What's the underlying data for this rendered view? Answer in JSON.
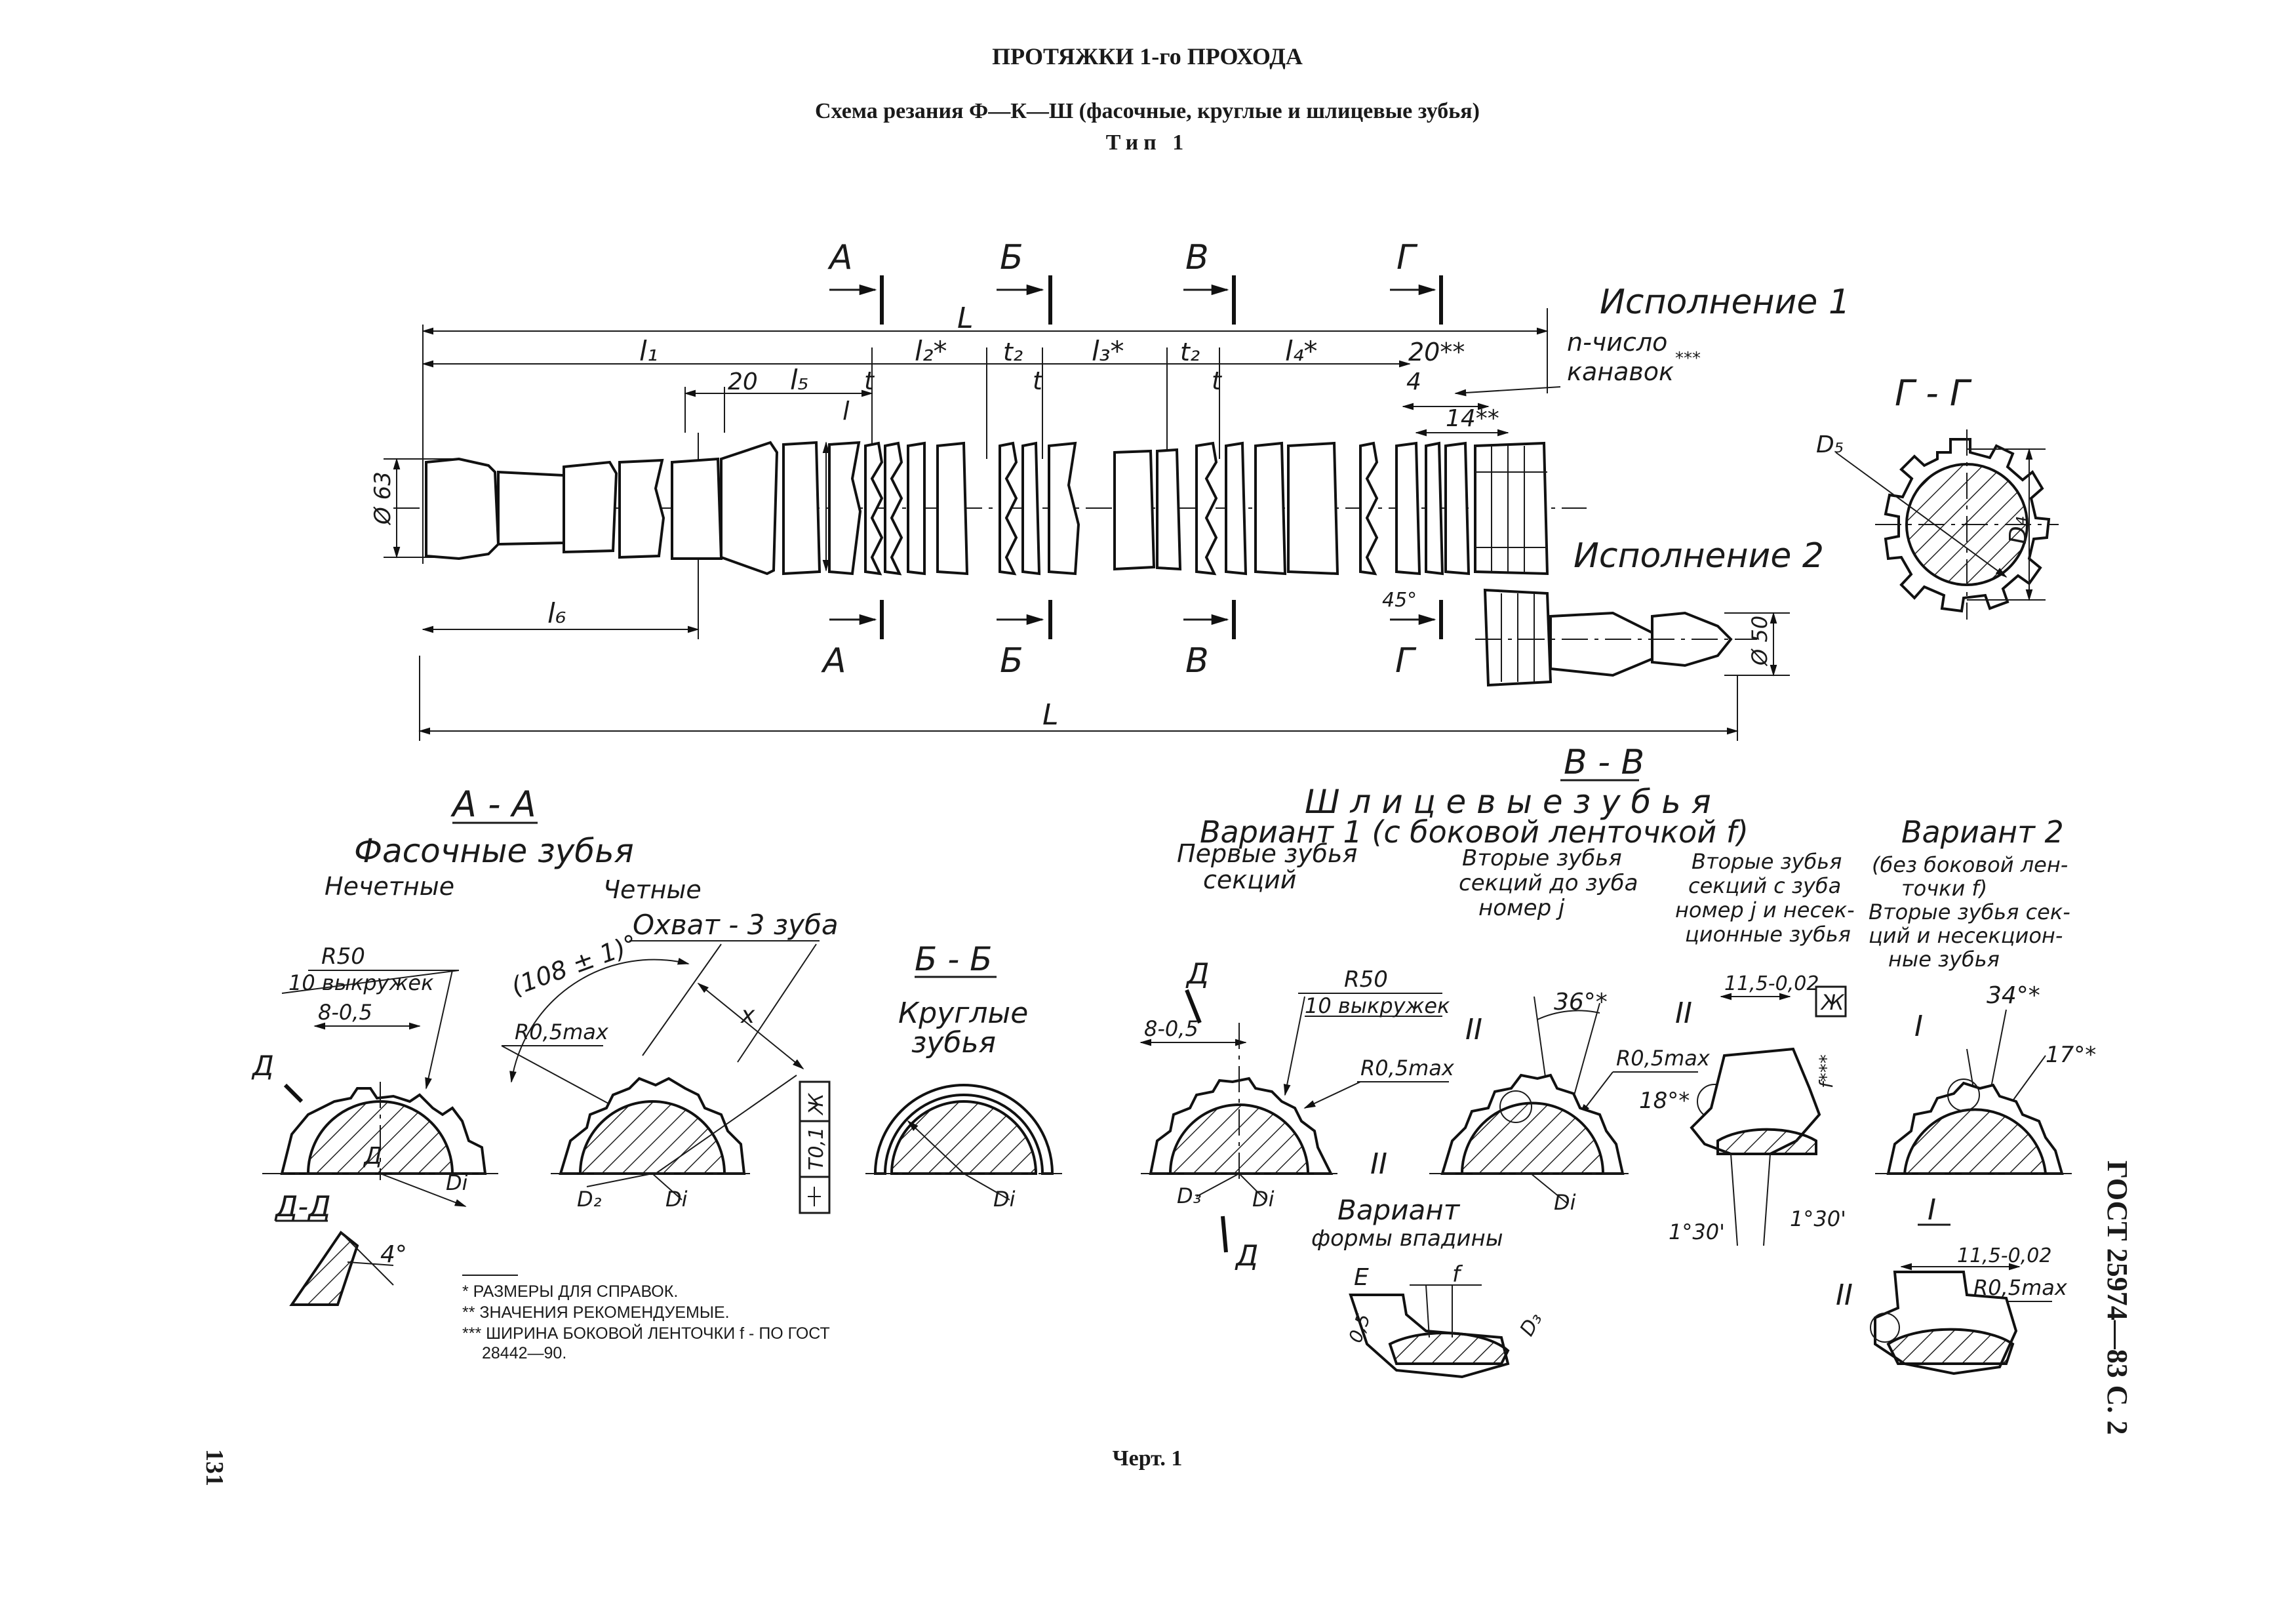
{
  "header": {
    "title": "ПРОТЯЖКИ 1-го ПРОХОДА",
    "subtitle": "Схема резания Ф—К—Ш (фасочные, круглые и шлицевые зубья)",
    "type": "Тип 1"
  },
  "section_marks": [
    "А",
    "Б",
    "В",
    "Г"
  ],
  "dimensions": {
    "L": "L",
    "l1": "l₁",
    "l2": "l₂*",
    "l3": "l₃*",
    "l4": "l₄*",
    "l5": "l₅",
    "l6": "l₆",
    "t": "t",
    "t2": "t₂",
    "l": "l",
    "d20": "20",
    "d20s": "20**",
    "d4": "4",
    "d14": "14**",
    "phi63": "Ø 63",
    "phi50": "Ø 50",
    "D1": "D₁",
    "D4": "D₄",
    "D5": "D₅",
    "angle45": "45°"
  },
  "labels": {
    "exec1": "Исполнение 1",
    "exec2": "Исполнение 2",
    "grooves_1": "n-число",
    "grooves_2": "канавок",
    "grooves_mark": "***",
    "sec_GG": "Г - Г",
    "sec_AA": "А - А",
    "sec_BB": "Б - Б",
    "sec_VV": "В - В",
    "chamfer_teeth": "Фасочные   зубья",
    "odd": "Нечетные",
    "even": "Четные",
    "round_1": "Круглые",
    "round_2": "зубья",
    "spline_teeth": "Ш л и ц е в ы е     з у б ь я",
    "variant1": "Вариант 1 (с боковой ленточкой  f)",
    "first_teeth_1": "Первые зубья",
    "first_teeth_2": "секций",
    "second_to_j_1": "Вторые зубья",
    "second_to_j_2": "секций до зуба",
    "second_to_j_3": "номер j",
    "second_from_j_1": "Вторые зубья",
    "second_from_j_2": "секций с зуба",
    "second_from_j_3": "номер j и несек-",
    "second_from_j_4": "ционные зубья",
    "variant2": "Вариант 2",
    "variant2_n1": "(без боковой лен-",
    "variant2_n2": "точки f)",
    "variant2_n3": "Вторые зубья сек-",
    "variant2_n4": "ций и несекцион-",
    "variant2_n5": "ные зубья",
    "r50": "R50",
    "grooves10": "10 выкружек",
    "d8": "8-0,5",
    "r05": "R0,5max",
    "angle108": "(108 ± 1)°",
    "cover3": "Охват - 3 зуба",
    "x": "x",
    "tol": "T0,1",
    "tol_base": "Ж",
    "D_mark": "Д",
    "DD": "Д-Д",
    "angle4": "4°",
    "D2": "D₂",
    "D3": "D₃",
    "Di": "Di",
    "angle36": "36°*",
    "angle18": "18°*",
    "angle34": "34°*",
    "angle17": "17°*",
    "angle130": "1°30'",
    "w115": "11,5-0,02",
    "roman2": "II",
    "roman1": "I",
    "variant_form_1": "Вариант",
    "variant_form_2": "формы впадины",
    "E": "Е",
    "f": "f",
    "d05": "0,5",
    "fmark": "f***"
  },
  "notes": [
    "*    РАЗМЕРЫ ДЛЯ СПРАВОК.",
    "**   ЗНАЧЕНИЯ РЕКОМЕНДУЕМЫЕ.",
    "***  ШИРИНА  БОКОВОЙ  ЛЕНТОЧКИ  f  -  ПО  ГОСТ",
    "28442—90."
  ],
  "footer": {
    "page_number": "131",
    "caption": "Черт. 1",
    "standard": "ГОСТ 25974—83 С. 2"
  }
}
